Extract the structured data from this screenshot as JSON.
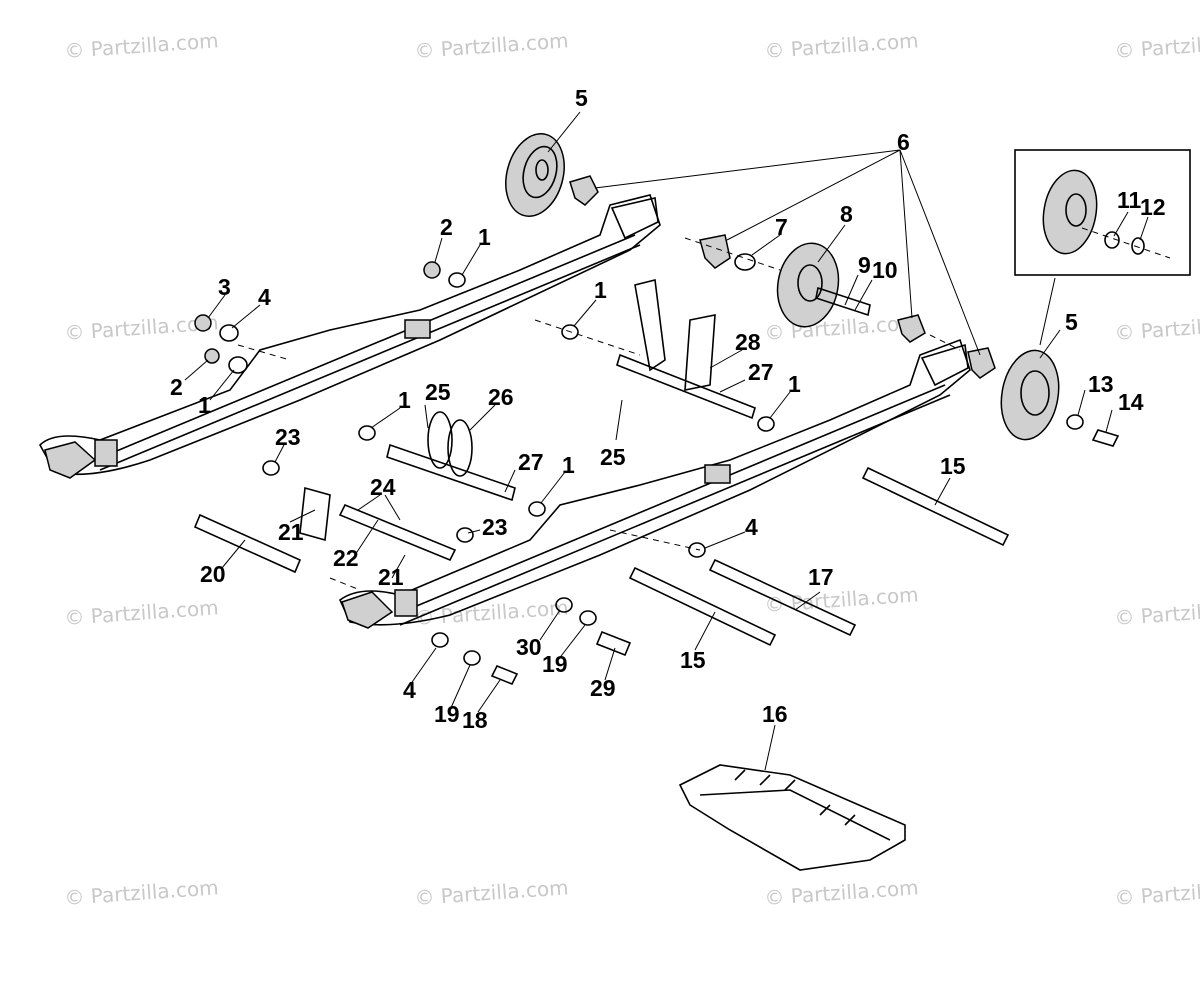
{
  "watermark": "© Partzilla.com",
  "callouts": {
    "c1a": "1",
    "c1b": "1",
    "c1c": "1",
    "c1d": "1",
    "c1e": "1",
    "c1f": "1",
    "c2a": "2",
    "c2b": "2",
    "c3": "3",
    "c4a": "4",
    "c4b": "4",
    "c4c": "4",
    "c5a": "5",
    "c5b": "5",
    "c6": "6",
    "c7": "7",
    "c8": "8",
    "c9": "9",
    "c10": "10",
    "c11": "11",
    "c12": "12",
    "c13": "13",
    "c14": "14",
    "c15a": "15",
    "c15b": "15",
    "c16": "16",
    "c17": "17",
    "c18": "18",
    "c19a": "19",
    "c19b": "19",
    "c20": "20",
    "c21a": "21",
    "c21b": "21",
    "c22": "22",
    "c23a": "23",
    "c23b": "23",
    "c24": "24",
    "c25a": "25",
    "c25b": "25",
    "c26": "26",
    "c27a": "27",
    "c27b": "27",
    "c28": "28",
    "c29": "29",
    "c30": "30"
  }
}
